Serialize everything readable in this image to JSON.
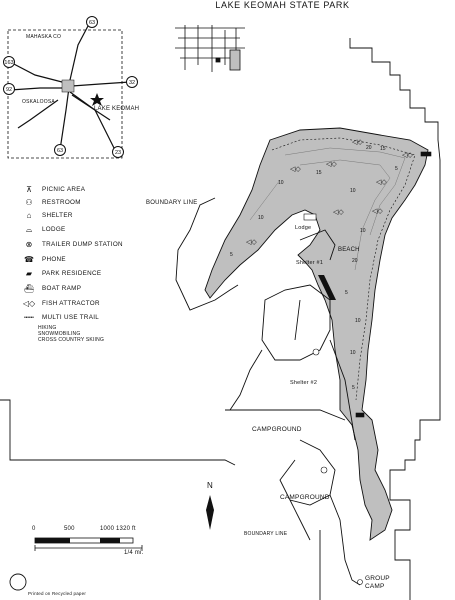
{
  "title": "LAKE KEOMAH STATE PARK",
  "inset": {
    "county_label": "MAHASKA CO",
    "town_label": "OSKALOOSA",
    "park_label": "LAKE KEOMAH",
    "routes": [
      "63",
      "163",
      "92",
      "32",
      "63",
      "23"
    ]
  },
  "legend": {
    "items": [
      {
        "icon": "picnic-icon",
        "glyph": "⊼",
        "label": "PICNIC AREA"
      },
      {
        "icon": "restroom-icon",
        "glyph": "⚇",
        "label": "RESTROOM"
      },
      {
        "icon": "shelter-icon",
        "glyph": "⌂",
        "label": "SHELTER"
      },
      {
        "icon": "lodge-icon",
        "glyph": "⌓",
        "label": "LODGE"
      },
      {
        "icon": "dump-station-icon",
        "glyph": "⊗",
        "label": "TRAILER DUMP STATION"
      },
      {
        "icon": "phone-icon",
        "glyph": "☎",
        "label": "PHONE"
      },
      {
        "icon": "residence-icon",
        "glyph": "▰",
        "label": "PARK RESIDENCE"
      },
      {
        "icon": "boat-ramp-icon",
        "glyph": "⛴",
        "label": "BOAT RAMP"
      },
      {
        "icon": "fish-icon",
        "glyph": "◁◇",
        "label": "FISH ATTRACTOR"
      },
      {
        "icon": "trail-icon",
        "glyph": "┅┅",
        "label": "MULTI USE TRAIL"
      }
    ],
    "trail_uses": [
      "HIKING",
      "SNOWMOBILING",
      "CROSS COUNTRY SKIING"
    ]
  },
  "labels": {
    "boundary_line": "BOUNDARY LINE",
    "lodge": "Lodge",
    "beach": "BEACH",
    "shelter1": "Shelter #1",
    "shelter2": "Shelter #2",
    "campground1": "CAMPGROUND",
    "campground2": "CAMPGROUND",
    "group_camp": "GROUP CAMP",
    "boundary_line_2": "BOUNDARY LINE",
    "north": "N",
    "credit": "Printed on Recycled paper"
  },
  "depths": [
    "20",
    "15",
    "10",
    "15",
    "10",
    "5",
    "10",
    "5",
    "10",
    "20",
    "10",
    "5",
    "10",
    "5"
  ],
  "scale": {
    "ticks": [
      "0",
      "500",
      "1000",
      "1320 ft"
    ],
    "mile_label": "1/4 mi."
  },
  "colors": {
    "lake_fill": "#bfbfbf",
    "line": "#111111"
  }
}
